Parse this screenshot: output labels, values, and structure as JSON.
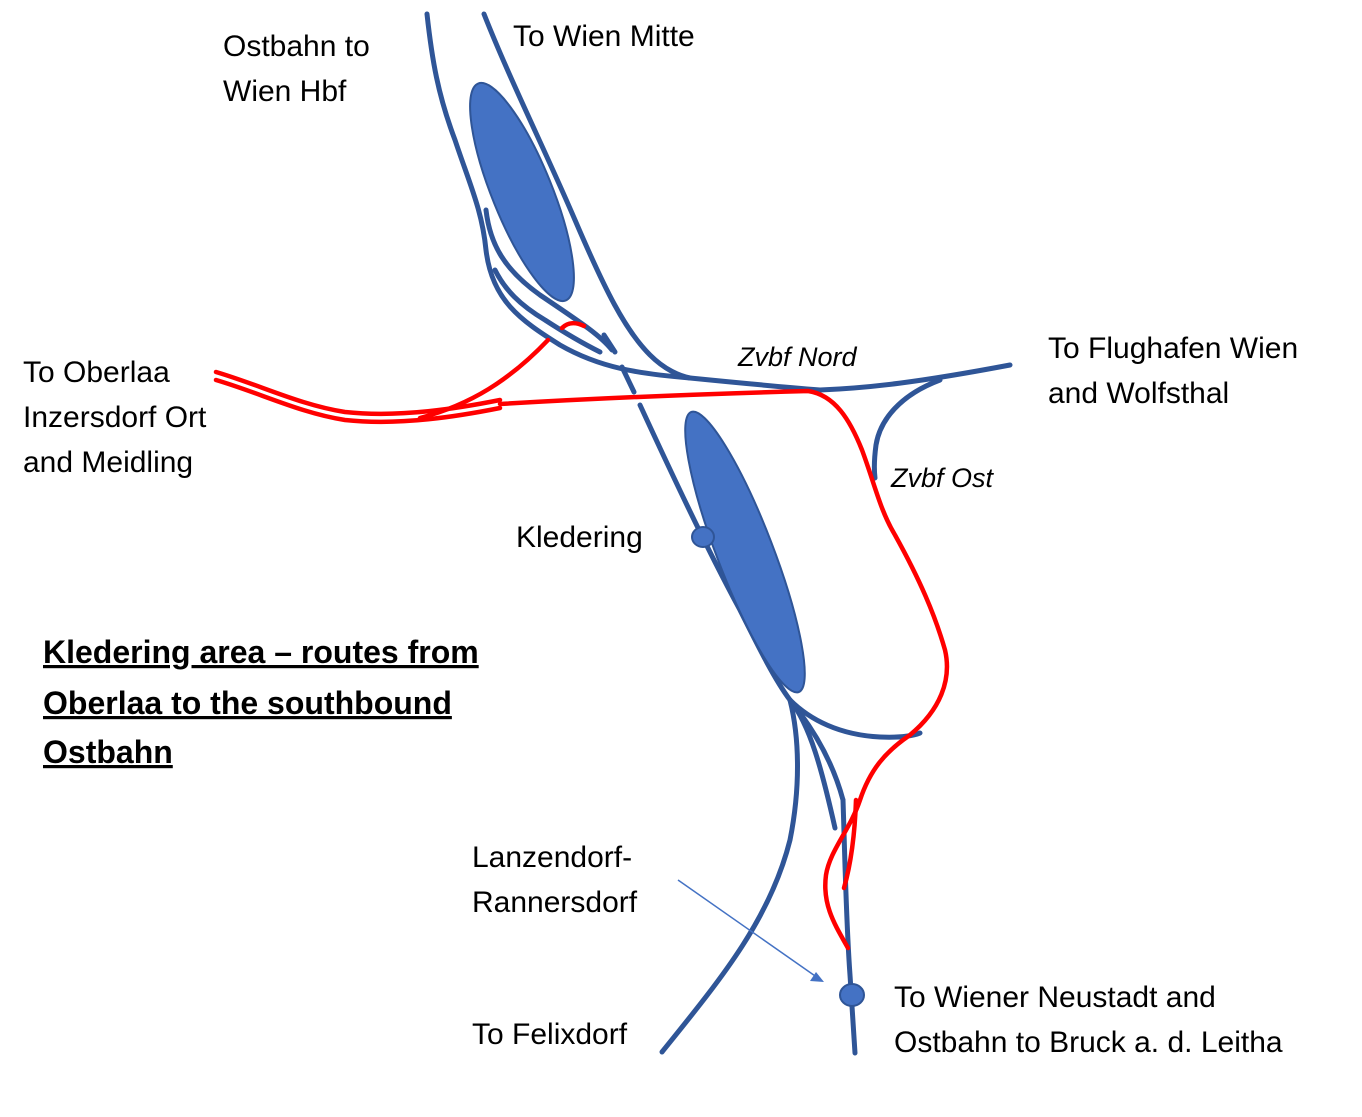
{
  "title": {
    "lines": [
      "Kledering area – routes from",
      "Oberlaa to the southbound ",
      "Ostbahn"
    ]
  },
  "labels": {
    "ostbahn_hbf": [
      "Ostbahn to",
      "Wien Hbf"
    ],
    "wien_mitte": "To Wien Mitte",
    "flughafen": [
      "To Flughafen Wien",
      "and Wolfsthal"
    ],
    "oberlaa": [
      "To Oberlaa",
      "Inzersdorf Ort",
      "and Meidling"
    ],
    "zvbf_nord": "Zvbf Nord",
    "zvbf_ost": "Zvbf Ost",
    "kledering": "Kledering",
    "lanzendorf": [
      "Lanzendorf-",
      "Rannersdorf"
    ],
    "felixdorf": "To Felixdorf",
    "wiener_neustadt": [
      "To Wiener Neustadt and",
      "Ostbahn to Bruck a. d. Leitha"
    ]
  },
  "colors": {
    "track": "#2F5597",
    "yard_fill": "#4472C4",
    "route": "#FF0000",
    "text": "#000000"
  }
}
